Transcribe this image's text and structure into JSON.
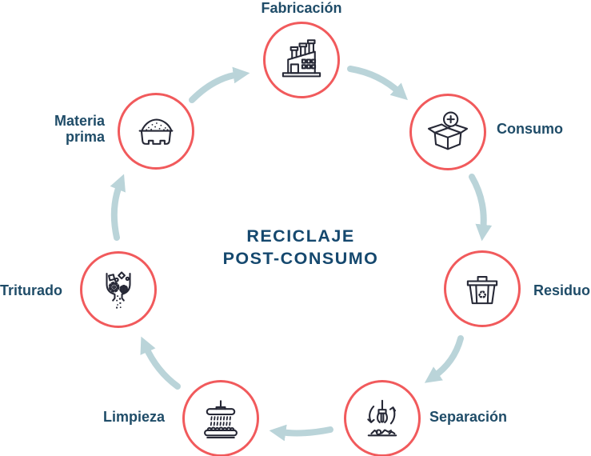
{
  "title": {
    "line1": "RECICLAJE",
    "line2": "POST-CONSUMO"
  },
  "stages": [
    {
      "label": "Fabricación",
      "icon": "factory-icon"
    },
    {
      "label": "Consumo",
      "icon": "open-box-plus-icon"
    },
    {
      "label": "Residuo",
      "icon": "recycle-bin-icon"
    },
    {
      "label": "Separación",
      "icon": "claw-sorter-icon"
    },
    {
      "label": "Limpieza",
      "icon": "shower-wash-icon"
    },
    {
      "label": "Triturado",
      "icon": "grinder-icon"
    },
    {
      "label": "Materia prima",
      "icon": "raw-material-container-icon"
    }
  ],
  "colors": {
    "circle_border": "#f15a5c",
    "circle_fill": "#ffffff",
    "arrow": "#bad4d9",
    "label_text": "#1f4c68",
    "title_text": "#15486e",
    "icon_stroke": "#262836",
    "background": "#ffffff"
  }
}
